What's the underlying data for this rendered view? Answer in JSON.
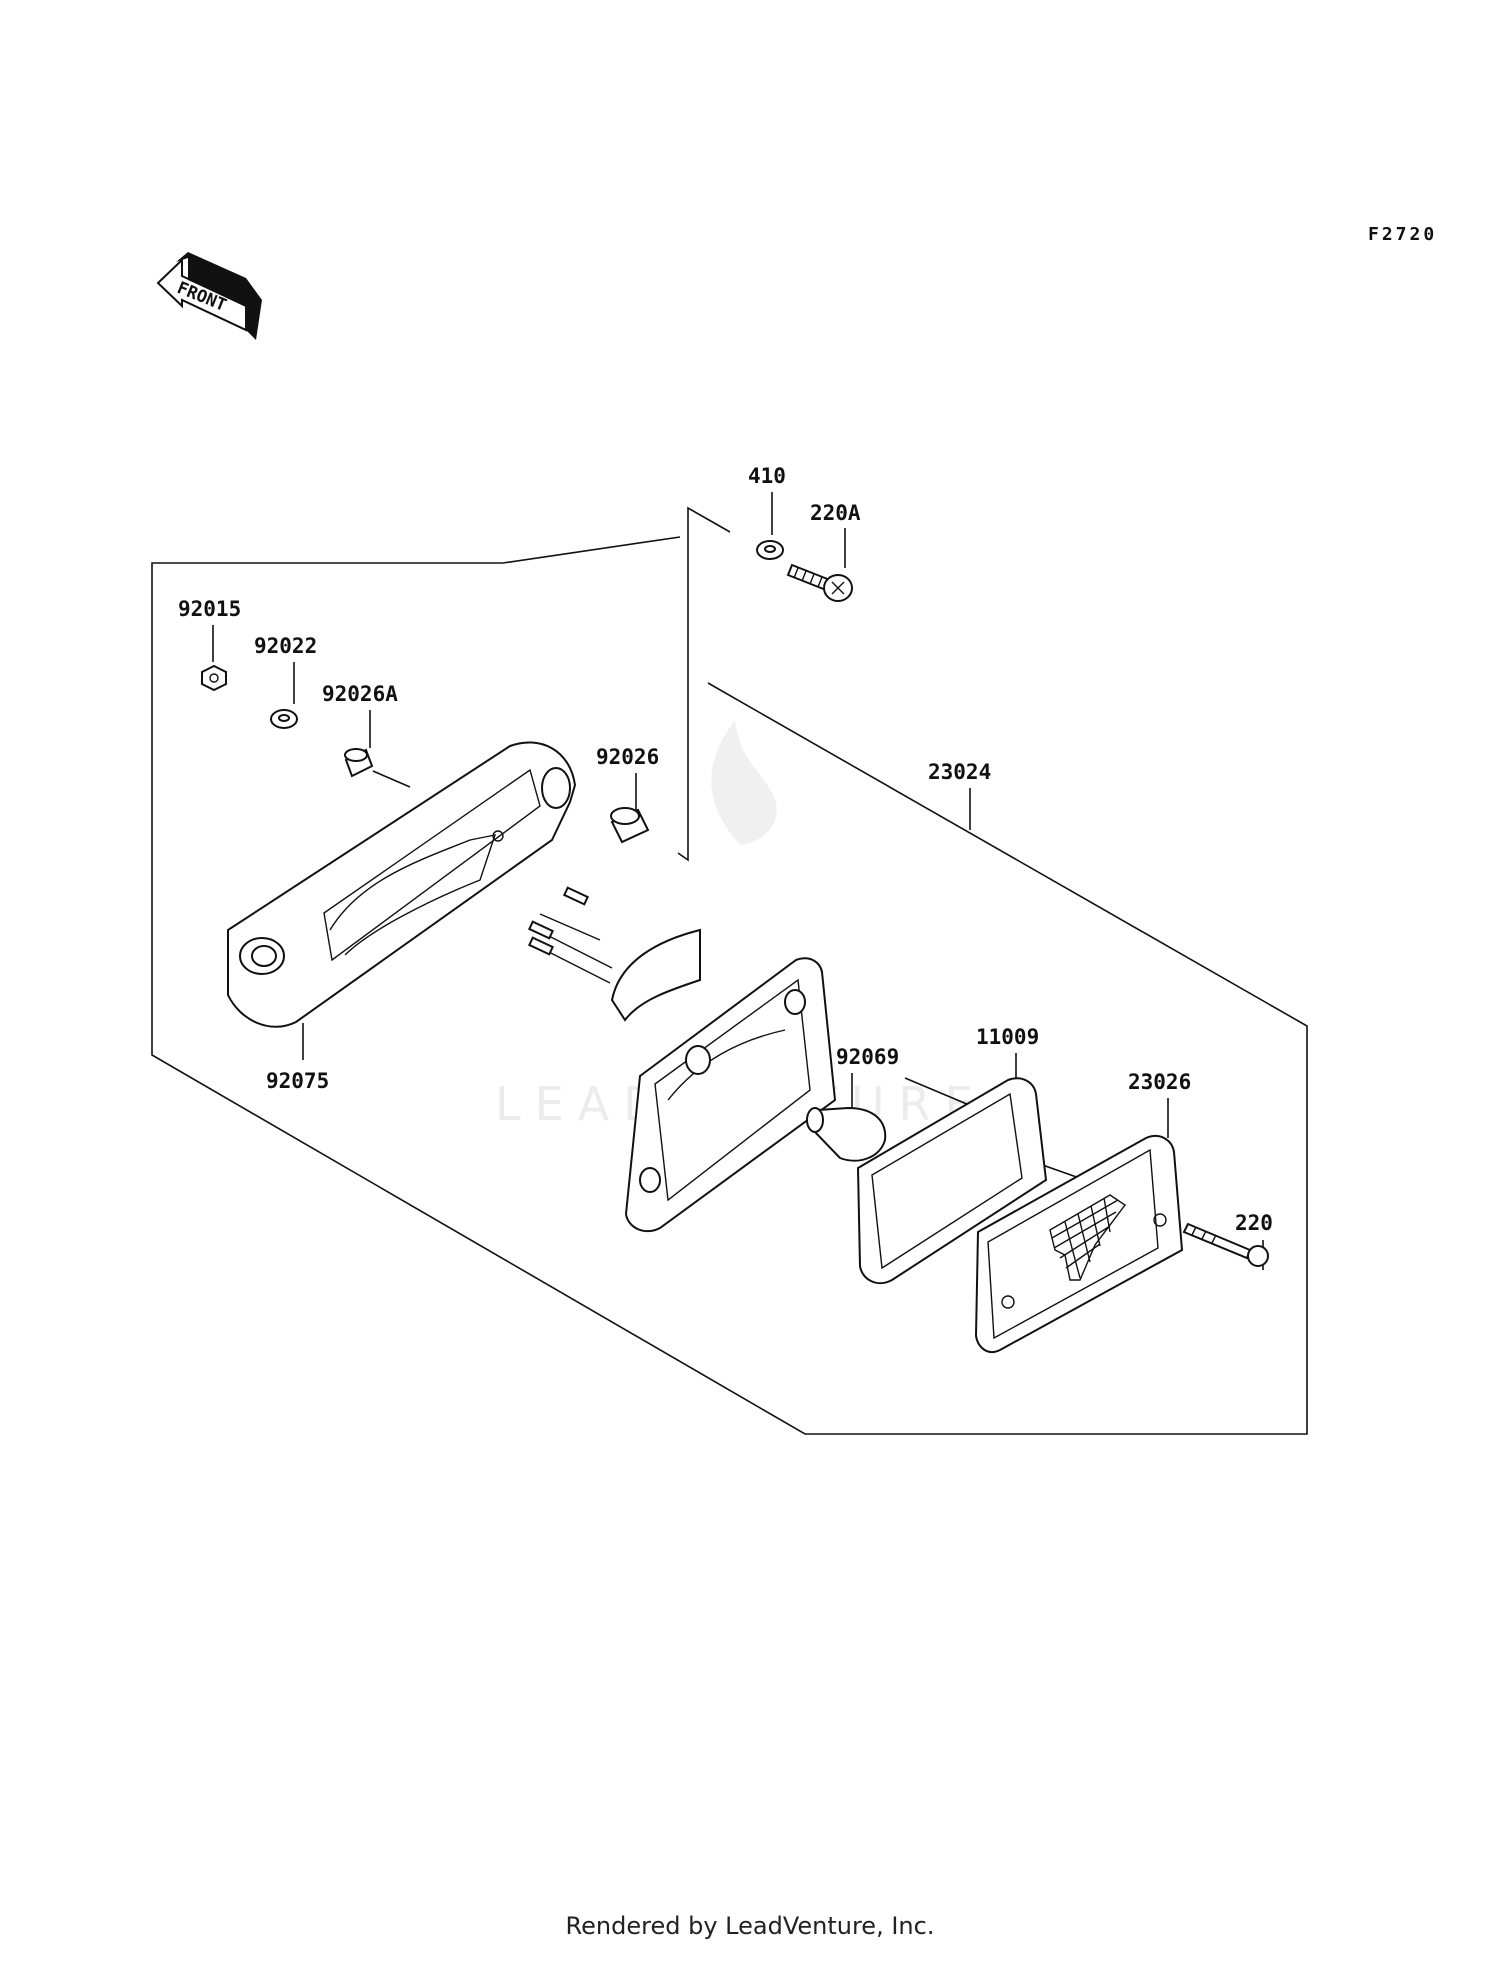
{
  "diagram": {
    "figure_code": "F2720",
    "front_badge": "FRONT",
    "watermark": "LEADVENTURE",
    "parts": [
      {
        "id": "p-410",
        "number": "410"
      },
      {
        "id": "p-220A",
        "number": "220A"
      },
      {
        "id": "p-92015",
        "number": "92015"
      },
      {
        "id": "p-92022",
        "number": "92022"
      },
      {
        "id": "p-92026A",
        "number": "92026A"
      },
      {
        "id": "p-92026",
        "number": "92026"
      },
      {
        "id": "p-23024",
        "number": "23024"
      },
      {
        "id": "p-92075",
        "number": "92075"
      },
      {
        "id": "p-92069",
        "number": "92069"
      },
      {
        "id": "p-11009",
        "number": "11009"
      },
      {
        "id": "p-23026",
        "number": "23026"
      },
      {
        "id": "p-220",
        "number": "220"
      }
    ]
  },
  "footer": {
    "text": "Rendered by LeadVenture, Inc."
  }
}
